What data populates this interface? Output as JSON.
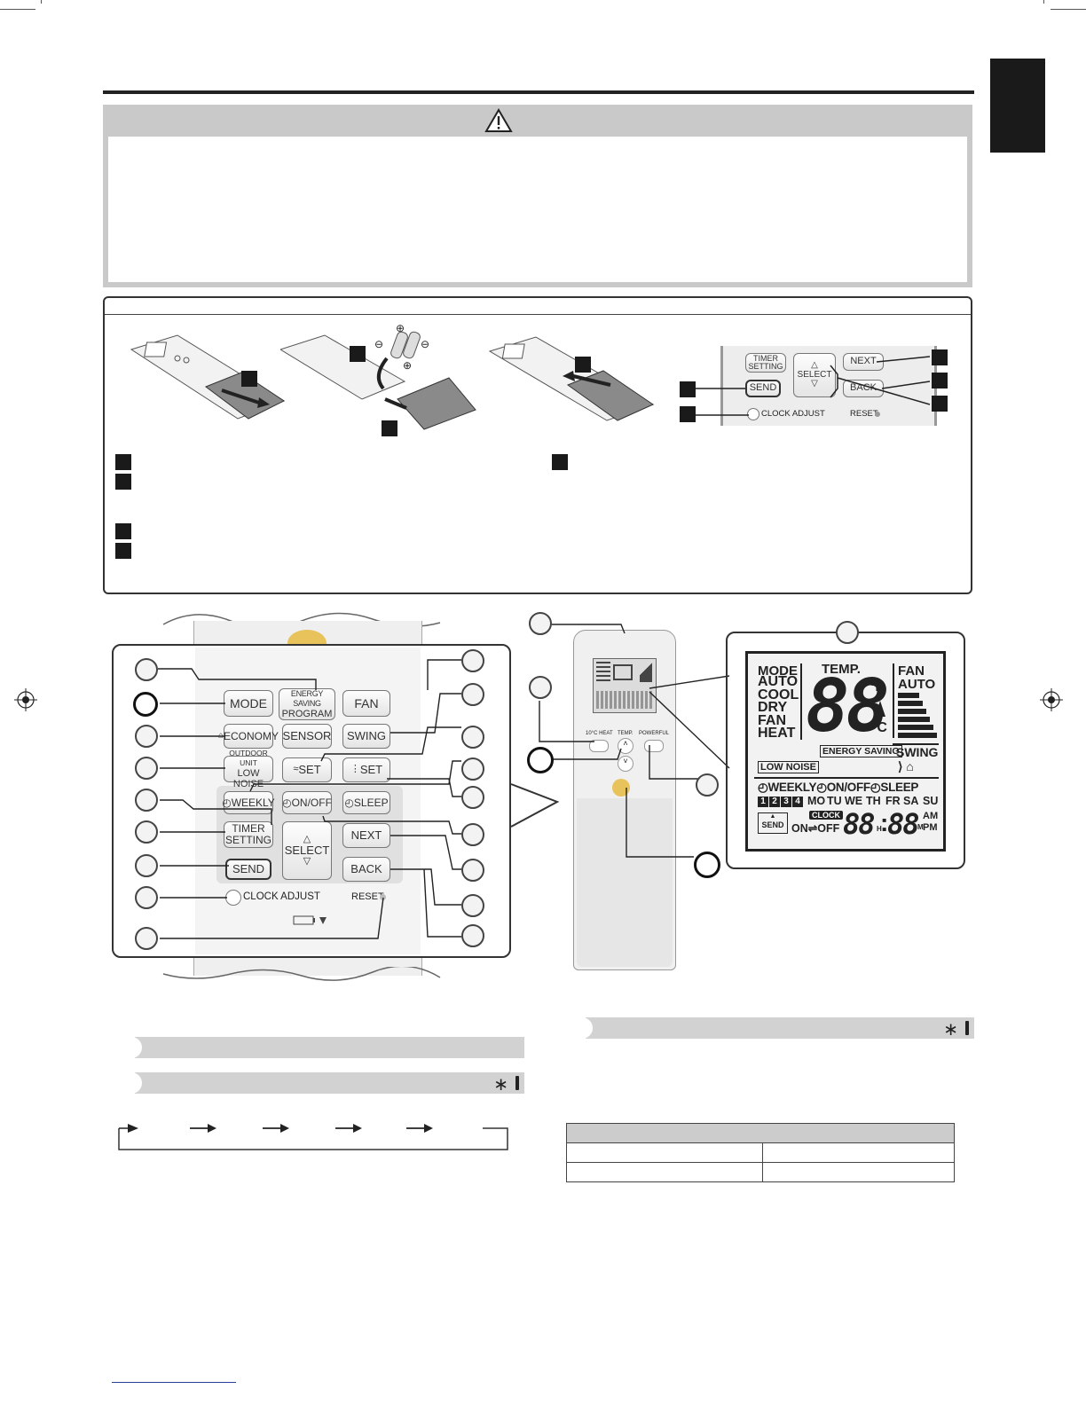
{
  "remote_zoom": {
    "buttons": {
      "mode": "MODE",
      "energy_saving_line1": "ENERGY SAVING",
      "energy_saving_line2": "PROGRAM",
      "fan": "FAN",
      "economy": "ECONOMY",
      "sensor": "SENSOR",
      "swing": "SWING",
      "outdoor_line1": "OUTDOOR UNIT",
      "outdoor_line2": "LOW NOISE",
      "set_left": "SET",
      "set_right": "SET",
      "weekly": "WEEKLY",
      "onoff": "ON/OFF",
      "sleep": "SLEEP",
      "timer_line1": "TIMER",
      "timer_line2": "SETTING",
      "select": "SELECT",
      "next": "NEXT",
      "send": "SEND",
      "back": "BACK",
      "clock_adjust": "CLOCK ADJUST",
      "reset": "RESET"
    }
  },
  "mini_panel": {
    "timer_line1": "TIMER",
    "timer_line2": "SETTING",
    "select": "SELECT",
    "next": "NEXT",
    "send": "SEND",
    "back": "BACK",
    "clock_adjust": "CLOCK ADJUST",
    "reset": "RESET"
  },
  "remote_full": {
    "labels": {
      "heat": "10°C HEAT",
      "temp": "TEMP.",
      "powerful": "POWERFUL"
    }
  },
  "lcd": {
    "mode": "MODE",
    "modes": [
      "AUTO",
      "COOL",
      "DRY",
      "FAN",
      "HEAT"
    ],
    "temp": "TEMP.",
    "digits": "88",
    "deg_f": "°F",
    "deg_c": "°C",
    "fan": "FAN",
    "fan_auto": "AUTO",
    "energy_saving": "ENERGY SAVING",
    "swing": "SWING",
    "low_noise": "LOW NOISE",
    "weekly": "WEEKLY",
    "onoff": "ON/OFF",
    "sleep": "SLEEP",
    "programs": [
      "1",
      "2",
      "3",
      "4"
    ],
    "days": [
      "MO",
      "TU",
      "WE",
      "TH",
      "FR",
      "SA",
      "SU"
    ],
    "clock": "CLOCK",
    "send": "SEND",
    "on": "ON",
    "off": "OFF",
    "time_h": "88",
    "h": "H",
    "time_m": "88",
    "am": "AM",
    "m": "M",
    "pm": "PM"
  },
  "colors": {
    "section_bar": "#d2d2d2",
    "warning_header": "#c9c9c9",
    "power_button": "#e8c25a"
  },
  "icons": {
    "warning": "warning-triangle-icon",
    "asterisk": "*"
  }
}
